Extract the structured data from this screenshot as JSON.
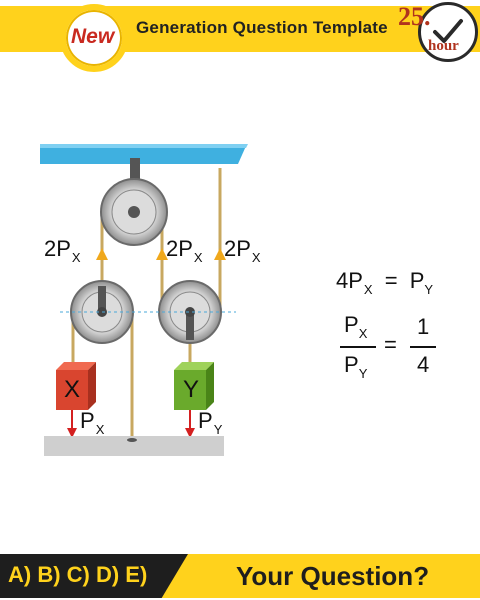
{
  "header": {
    "badge": "New",
    "title": "Generation Question Template",
    "clock_number": "25.",
    "clock_unit": "hour"
  },
  "diagram": {
    "tension_left": "2P",
    "tension_left_sub": "X",
    "tension_mid": "2P",
    "tension_mid_sub": "X",
    "tension_right": "2P",
    "tension_right_sub": "X",
    "block_x": "X",
    "block_y": "Y",
    "weight_x": "P",
    "weight_x_sub": "X",
    "weight_y": "P",
    "weight_y_sub": "Y"
  },
  "equations": {
    "eq1_left": "4P",
    "eq1_left_sub": "X",
    "eq1_op": "=",
    "eq1_right": "P",
    "eq1_right_sub": "Y",
    "frac_num": "P",
    "frac_num_sub": "X",
    "frac_den": "P",
    "frac_den_sub": "Y",
    "eq2_op": "=",
    "result_num": "1",
    "result_den": "4"
  },
  "footer": {
    "answers": "A) B) C) D) E)",
    "question": "Your Question?"
  },
  "colors": {
    "accent": "#ffd21c",
    "ceiling": "#3fb0e0",
    "block_x": "#d9452f",
    "block_y": "#6aaa2c",
    "rope": "#c8a860",
    "arrow_up": "#f0a81c",
    "arrow_down": "#d42020"
  }
}
